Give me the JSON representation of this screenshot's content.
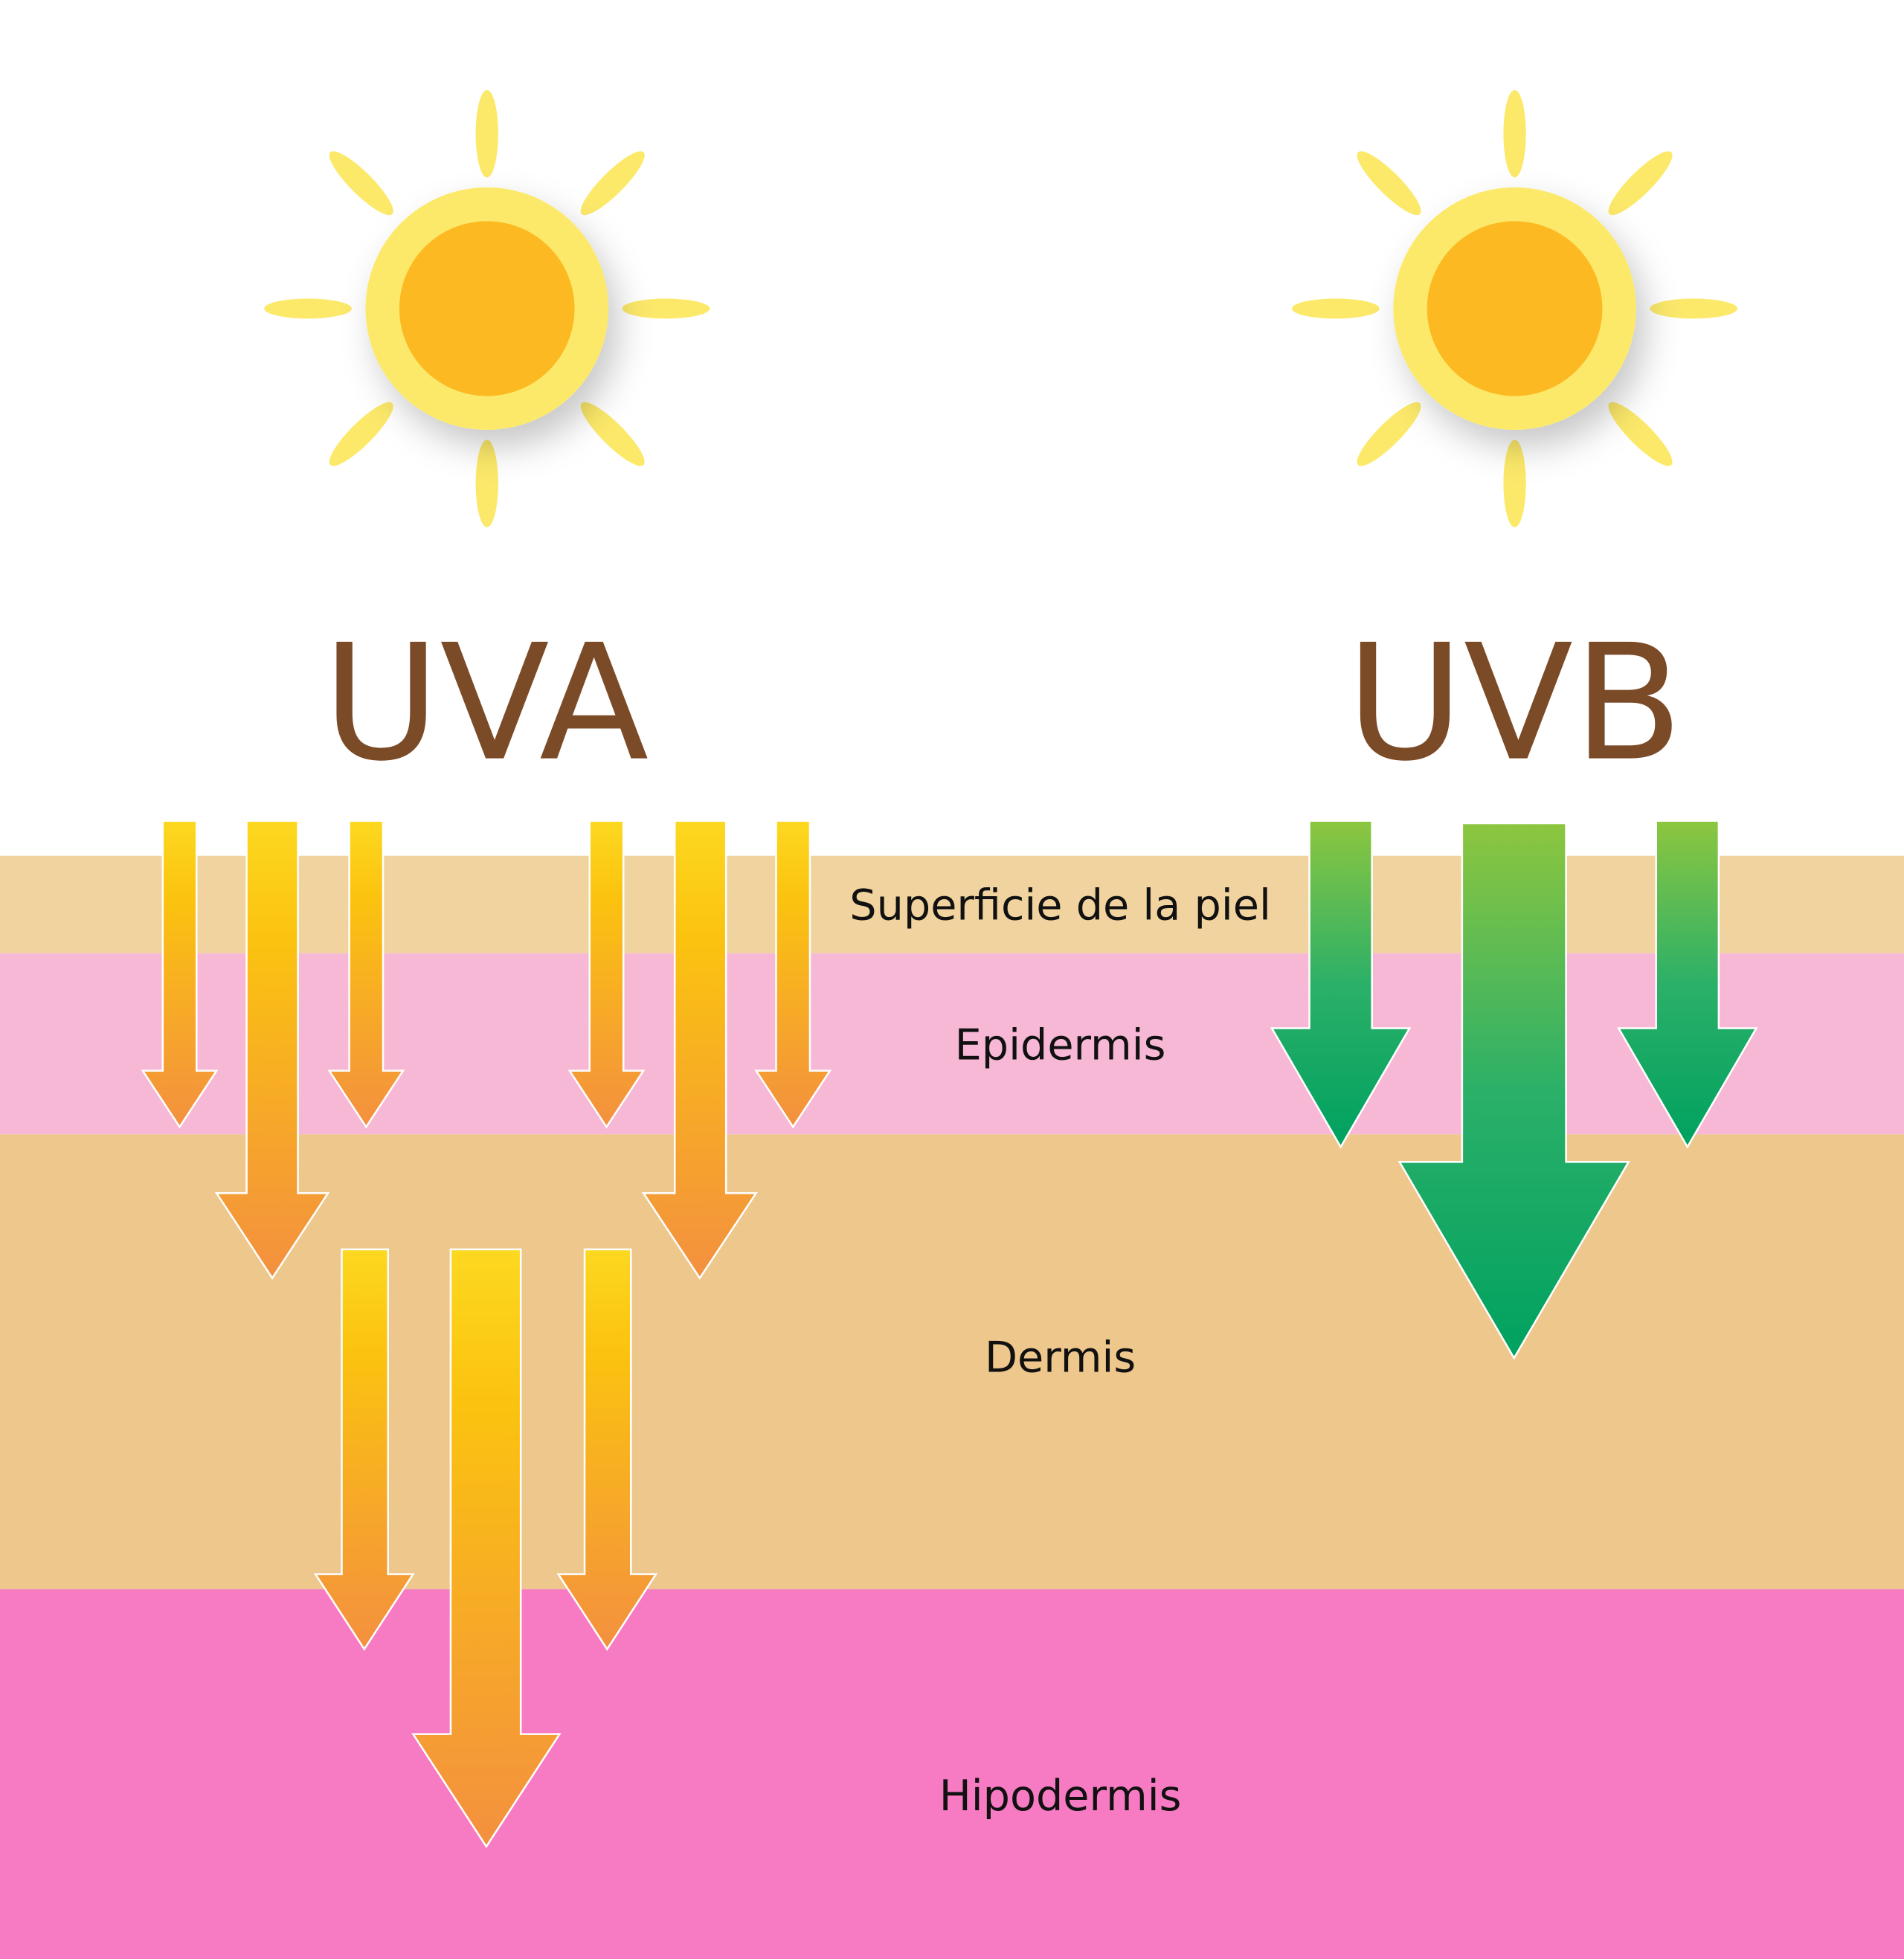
{
  "title_left": "UVA",
  "title_right": "UVB",
  "layers": [
    {
      "label": "Superficie de la piel",
      "color": "#F0D39E"
    },
    {
      "label": "Epidermis",
      "color": "#F7B8D6"
    },
    {
      "label": "Dermis",
      "color": "#EDC78C"
    },
    {
      "label": "Hipodermis",
      "color": "#F77BC2"
    }
  ],
  "colors": {
    "title": "#7B4B28",
    "sun_outer": "#FCE96A",
    "sun_inner": "#FDB922",
    "uva_top": "#FDD820",
    "uva_bottom": "#F3903F",
    "uvb_top": "#8DC63F",
    "uvb_bottom": "#00A160"
  }
}
